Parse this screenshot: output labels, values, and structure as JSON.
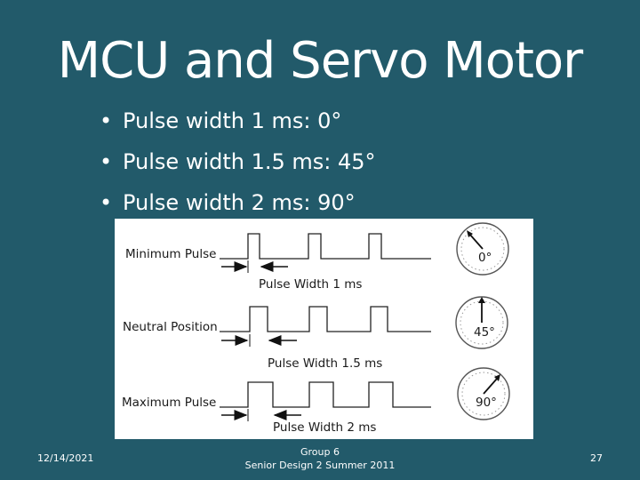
{
  "slide": {
    "title": "MCU and Servo Motor",
    "bullets": [
      "Pulse width 1 ms: 0°",
      "Pulse width 1.5 ms: 45°",
      "Pulse width 2 ms: 90°"
    ]
  },
  "figure": {
    "rows": [
      {
        "label": "Minimum Pulse",
        "width_label": "Pulse Width 1 ms",
        "angle_label": "0°"
      },
      {
        "label": "Neutral Position",
        "width_label": "Pulse Width 1.5 ms",
        "angle_label": "45°"
      },
      {
        "label": "Maximum Pulse",
        "width_label": "Pulse Width 2 ms",
        "angle_label": "90°"
      }
    ]
  },
  "footer": {
    "date": "12/14/2021",
    "group": "Group 6",
    "course": "Senior Design 2 Summer 2011",
    "page": "27"
  }
}
